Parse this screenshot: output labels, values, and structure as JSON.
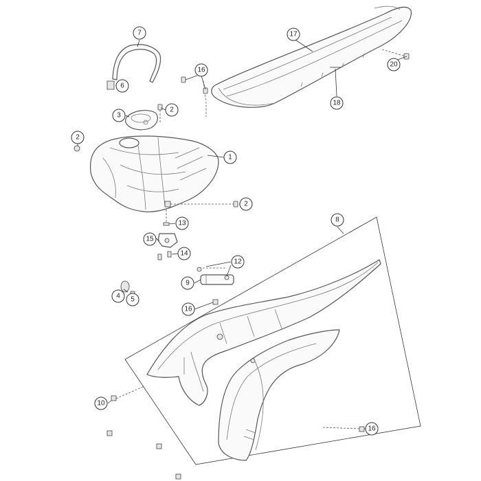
{
  "callouts": [
    {
      "id": "c7",
      "label": "7"
    },
    {
      "id": "c6",
      "label": "6"
    },
    {
      "id": "c3",
      "label": "3"
    },
    {
      "id": "c2a",
      "label": "2"
    },
    {
      "id": "c16a",
      "label": "16"
    },
    {
      "id": "c2b",
      "label": "2"
    },
    {
      "id": "c1",
      "label": "1"
    },
    {
      "id": "c2c",
      "label": "2"
    },
    {
      "id": "c13",
      "label": "13"
    },
    {
      "id": "c15",
      "label": "15"
    },
    {
      "id": "c14",
      "label": "14"
    },
    {
      "id": "c17",
      "label": "17"
    },
    {
      "id": "c20",
      "label": "20"
    },
    {
      "id": "c18",
      "label": "18"
    },
    {
      "id": "c8",
      "label": "8"
    },
    {
      "id": "c12",
      "label": "12"
    },
    {
      "id": "c9",
      "label": "9"
    },
    {
      "id": "c4",
      "label": "4"
    },
    {
      "id": "c5",
      "label": "5"
    },
    {
      "id": "c16b",
      "label": "16"
    },
    {
      "id": "c10",
      "label": "10"
    },
    {
      "id": "c16c",
      "label": "16"
    }
  ]
}
